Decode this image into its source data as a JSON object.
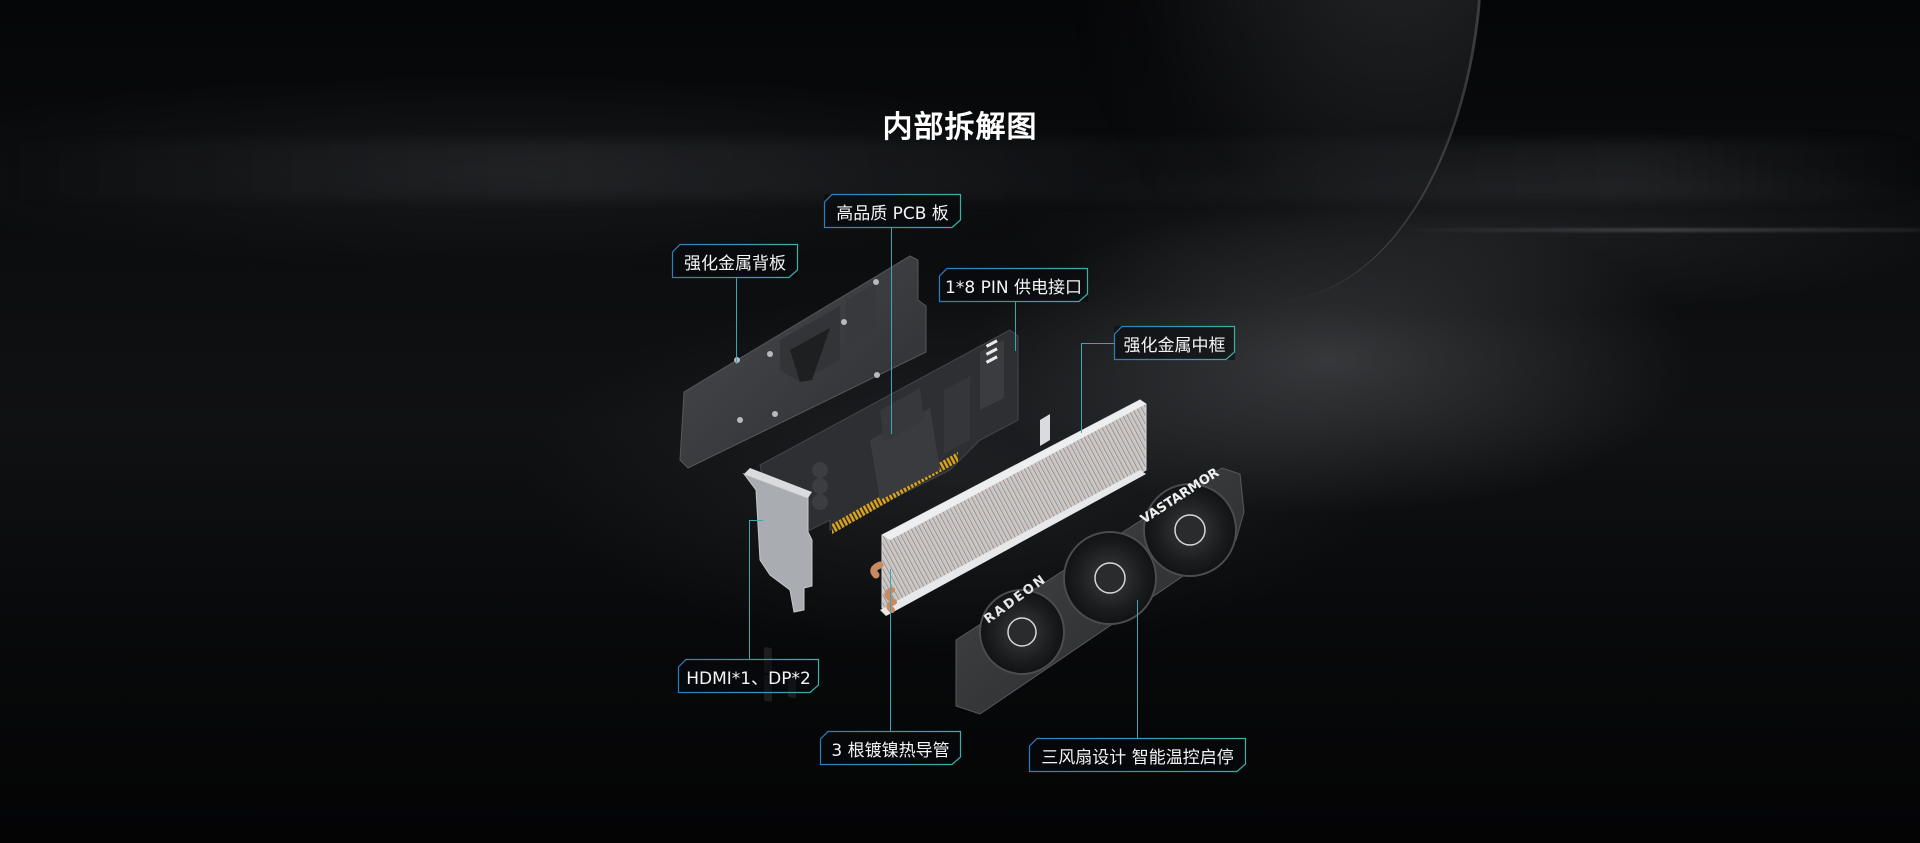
{
  "page": {
    "title": "内部拆解图"
  },
  "product": {
    "brand_text": "VASTARMOR",
    "chip_text": "RADEON"
  },
  "labels": [
    {
      "id": "pcb",
      "text": "高品质 PCB 板"
    },
    {
      "id": "backplate",
      "text": "强化金属背板"
    },
    {
      "id": "power",
      "text": "1*8 PIN 供电接口"
    },
    {
      "id": "midframe",
      "text": "强化金属中框"
    },
    {
      "id": "ports",
      "text": "HDMI*1、DP*2"
    },
    {
      "id": "heatpipes",
      "text": "3 根镀镍热导管"
    },
    {
      "id": "fans",
      "text": "三风扇设计 智能温控启停"
    }
  ],
  "colors": {
    "background": "#060708",
    "title": "#ffffff",
    "label_text": "#f2f4f5",
    "label_border_start": "#2a7fc0",
    "label_border_end": "#3bb0a8",
    "connector": "#3aa7b3",
    "pcb_gold": "#d9a21b",
    "copper": "#c98a62"
  }
}
